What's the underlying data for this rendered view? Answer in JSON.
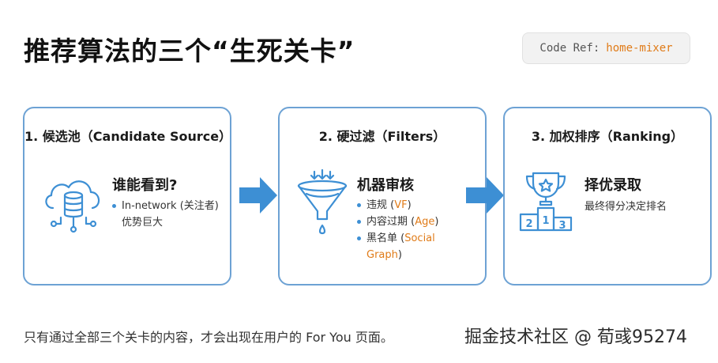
{
  "title": "推荐算法的三个“生死关卡”",
  "code_ref": {
    "label": "Code Ref:",
    "value": "home-mixer"
  },
  "cards": [
    {
      "heading": "1. 候选池（Candidate Source）",
      "subtitle": "谁能看到?",
      "bullet_1": "In-network (关注者)",
      "bullet_1_line2": "优势巨大"
    },
    {
      "heading": "2. 硬过滤（Filters）",
      "subtitle": "机器审核",
      "b1_text": "违规 (",
      "b1_hl": "VF",
      "b1_end": ")",
      "b2_text": "内容过期 (",
      "b2_hl": "Age",
      "b2_end": ")",
      "b3_text": "黑名单 (",
      "b3_hl": "Social",
      "b3_hl2": "Graph",
      "b3_end": ")"
    },
    {
      "heading": "3. 加权排序（Ranking）",
      "subtitle": "择优录取",
      "desc": "最终得分决定排名",
      "podium": [
        "1",
        "2",
        "3"
      ]
    }
  ],
  "colors": {
    "accent": "#3d8fd4",
    "border": "#6da2d4",
    "highlight": "#e07b18"
  },
  "footer": "只有通过全部三个关卡的内容，才会出现在用户的 For You 页面。",
  "watermark": "掘金技术社区 @ 荀彧95274"
}
